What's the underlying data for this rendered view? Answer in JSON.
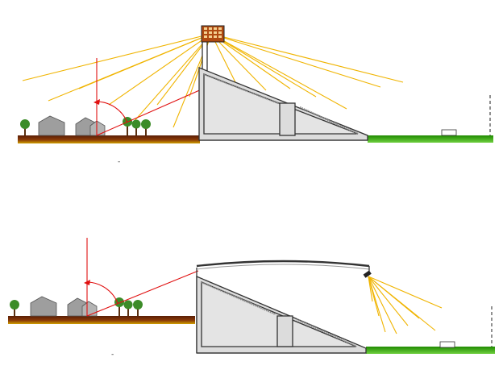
{
  "diagram": {
    "description_text": "",
    "panels": [
      {
        "id": "top",
        "lighting": "floodlight-mast",
        "caption_mark": "-"
      },
      {
        "id": "bottom",
        "lighting": "roof-edge-floodlight",
        "caption_mark": "-"
      }
    ],
    "colors": {
      "light_beam": "#f0b400",
      "sightline": "#e01010",
      "ground_dark": "#5a1e05",
      "ground_light": "#c8a000",
      "pitch": "#2faa00",
      "stand_fill": "#dcdcdc",
      "stand_outline": "#333333",
      "house_fill": "#9e9e9e",
      "tree_foliage": "#3c8c28",
      "lamp_panel": "#b04a10"
    },
    "icons": [
      "house-icon",
      "tree-icon",
      "floodlight-icon",
      "goal-icon"
    ]
  }
}
